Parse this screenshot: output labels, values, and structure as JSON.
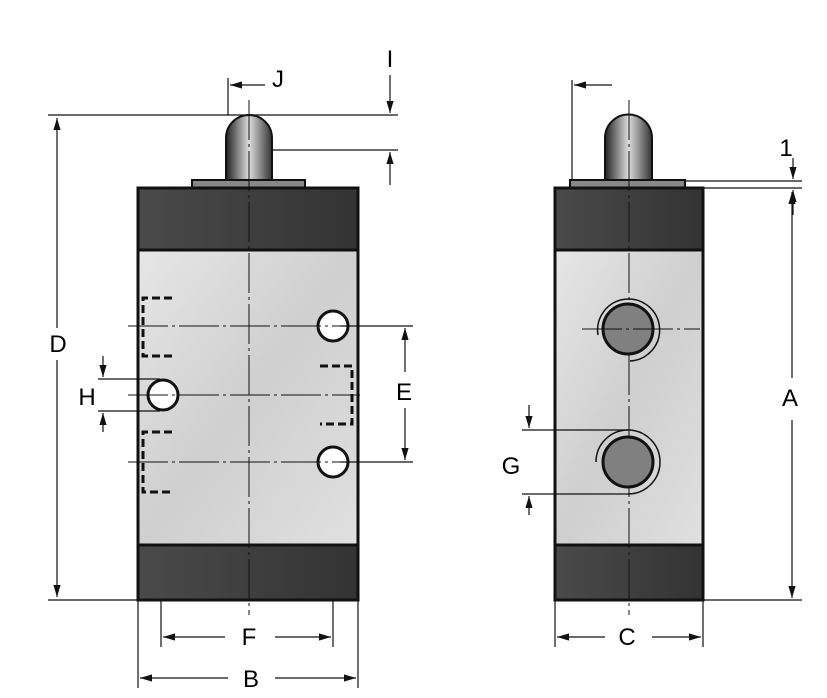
{
  "labels": {
    "A": "A",
    "B": "B",
    "C": "C",
    "D": "D",
    "E": "E",
    "F": "F",
    "G": "G",
    "H": "H",
    "I": "I",
    "J": "J",
    "one": "1"
  },
  "colors": {
    "cap": "#3c3c3c",
    "body": "#d4d4d4",
    "port": "#808080",
    "outline": "#111111"
  }
}
